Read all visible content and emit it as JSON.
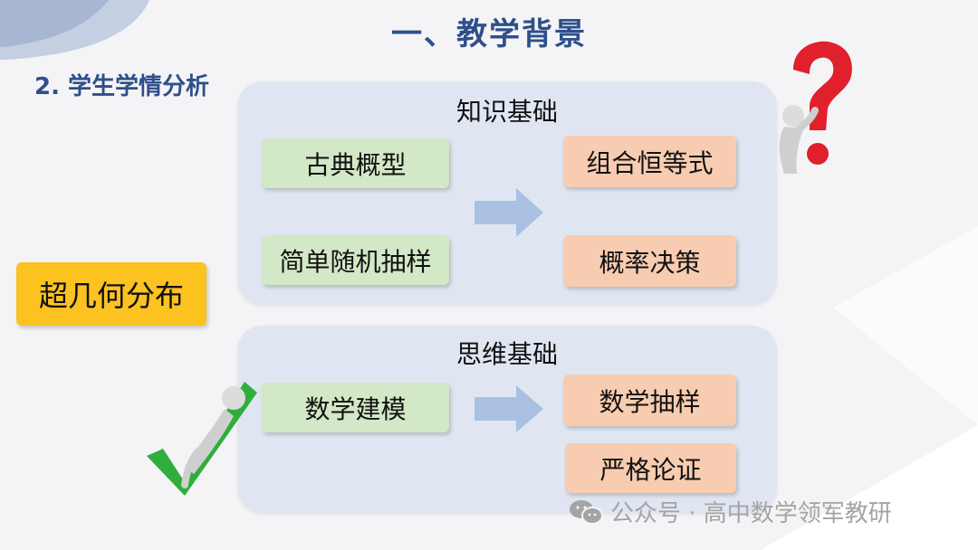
{
  "title": "一、教学背景",
  "subtitle": "2. 学生学情分析",
  "main_topic": "超几何分布",
  "knowledge": {
    "title": "知识基础",
    "left": [
      "古典概型",
      "简单随机抽样"
    ],
    "right": [
      "组合恒等式",
      "概率决策"
    ]
  },
  "thinking": {
    "title": "思维基础",
    "left": [
      "数学建模"
    ],
    "right": [
      "数学抽样",
      "严格论证"
    ]
  },
  "watermark": "公众号 · 高中数学领军教研",
  "colors": {
    "title": "#2e4f8a",
    "panel": "#dfe6f1",
    "green_box": "#d3e8c6",
    "orange_box": "#f8ccb0",
    "main_topic": "#fcc21f",
    "arrow": "#a9c0e3",
    "question_mark": "#e0202c",
    "check_mark": "#2fae3c"
  },
  "icons": [
    "question-mark-figure-icon",
    "checkmark-figure-icon",
    "wechat-icon"
  ]
}
